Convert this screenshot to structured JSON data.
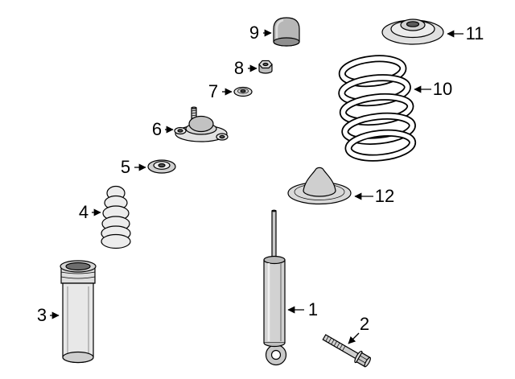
{
  "diagram": {
    "type": "exploded-parts-diagram",
    "subject": "rear-shock-absorber-and-coil-spring",
    "background_color": "#ffffff",
    "line_color": "#000000",
    "callouts": [
      {
        "number": "1",
        "part_name": "shock-absorber"
      },
      {
        "number": "2",
        "part_name": "mounting-bolt"
      },
      {
        "number": "3",
        "part_name": "protective-dust-tube"
      },
      {
        "number": "4",
        "part_name": "bump-stop-bellows"
      },
      {
        "number": "5",
        "part_name": "spring-cup-washer"
      },
      {
        "number": "6",
        "part_name": "strut-mount"
      },
      {
        "number": "7",
        "part_name": "washer"
      },
      {
        "number": "8",
        "part_name": "hex-nut"
      },
      {
        "number": "9",
        "part_name": "cap"
      },
      {
        "number": "10",
        "part_name": "coil-spring"
      },
      {
        "number": "11",
        "part_name": "upper-spring-pad"
      },
      {
        "number": "12",
        "part_name": "lower-spring-pad"
      }
    ]
  }
}
